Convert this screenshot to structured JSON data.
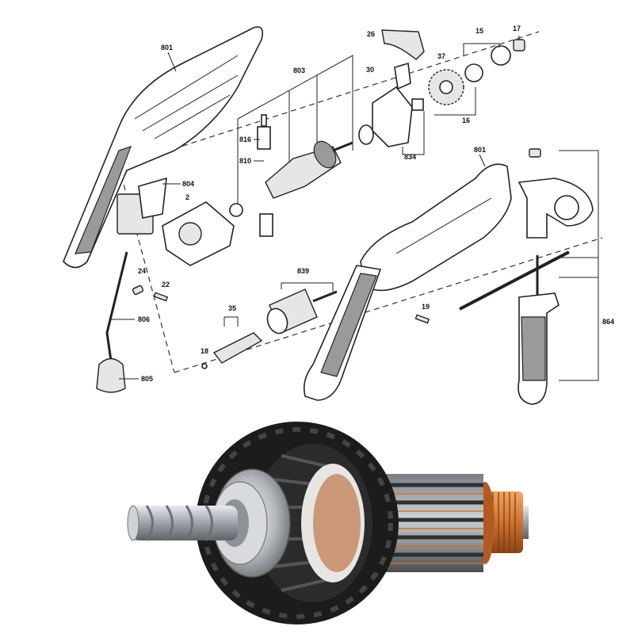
{
  "diagram": {
    "part_labels": {
      "p801a": "801",
      "p803": "803",
      "p816": "816",
      "p810": "810",
      "p804": "804",
      "p2": "2",
      "p24": "24",
      "p22": "22",
      "p806": "806",
      "p805": "805",
      "p26": "26",
      "p30": "30",
      "p37": "37",
      "p15": "15",
      "p17": "17",
      "p16": "16",
      "p834": "834",
      "p801b": "801",
      "p839": "839",
      "p35": "35",
      "p18": "18",
      "p19": "19",
      "p864": "864"
    }
  },
  "colors": {
    "line": "#222222",
    "copper": "#c8692a",
    "copper_light": "#e89350",
    "steel": "#b8bcc2",
    "fan_black": "#1c1c1c"
  }
}
